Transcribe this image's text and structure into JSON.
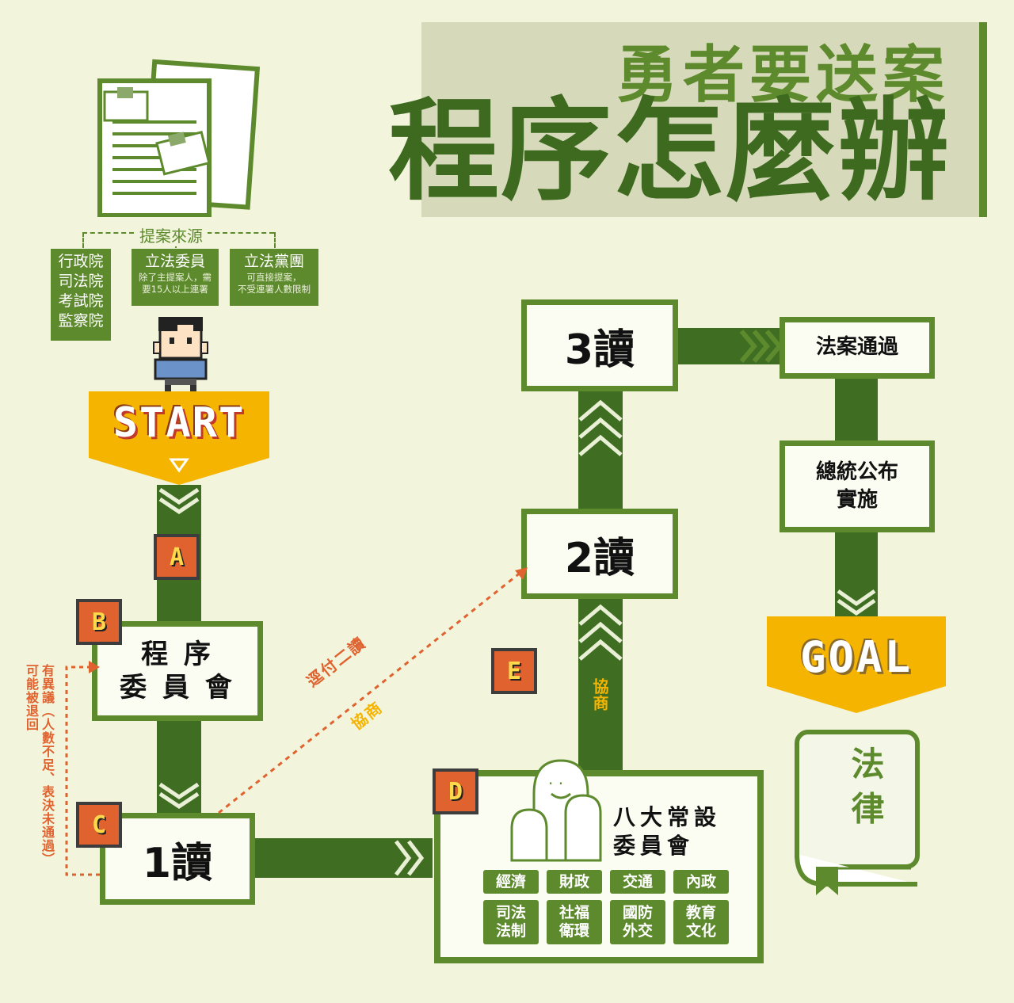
{
  "title": {
    "line1": "勇者要送案",
    "line2": "程序怎麼辦"
  },
  "proposal_sources": {
    "label": "提案來源",
    "institutions": [
      "行政院",
      "司法院",
      "考試院",
      "監察院"
    ],
    "legislators": {
      "title": "立法委員",
      "note_line1": "除了主提案人，需",
      "note_line2": "要15人以上連署"
    },
    "caucus": {
      "title": "立法黨團",
      "note_line1": "可直接提案，",
      "note_line2": "不受連署人數限制"
    }
  },
  "start_label": "START",
  "goal_label": "GOAL",
  "steps": {
    "a": "A",
    "b": "B",
    "c": "C",
    "d": "D",
    "e": "E"
  },
  "nodes": {
    "procedure_committee_line1": "程 序",
    "procedure_committee_line2": "委 員 會",
    "first_reading": "1讀",
    "second_reading": "2讀",
    "third_reading": "3讀",
    "committees_line1": "八大常設",
    "committees_line2": "委員會",
    "passed": "法案通過",
    "promulgate_line1": "總統公布",
    "promulgate_line2": "實施",
    "law": "法 律"
  },
  "committee_tags": [
    {
      "line1": "經濟",
      "line2": ""
    },
    {
      "line1": "財政",
      "line2": ""
    },
    {
      "line1": "交通",
      "line2": ""
    },
    {
      "line1": "內政",
      "line2": ""
    },
    {
      "line1": "司法",
      "line2": "法制"
    },
    {
      "line1": "社福",
      "line2": "衛環"
    },
    {
      "line1": "國防",
      "line2": "外交"
    },
    {
      "line1": "教育",
      "line2": "文化"
    }
  ],
  "annotations": {
    "return_note_a": "可能被退回",
    "return_note_b": "有異議（人數不足、表決未通過）",
    "direct_second_reading": "逕付二讀",
    "negotiation_dotted": "協商",
    "negotiation_path": "協商"
  },
  "colors": {
    "background": "#f2f5dc",
    "green_dark": "#3f6e23",
    "green": "#5e8a2e",
    "orange": "#e0622f",
    "yellow": "#f5b400"
  }
}
